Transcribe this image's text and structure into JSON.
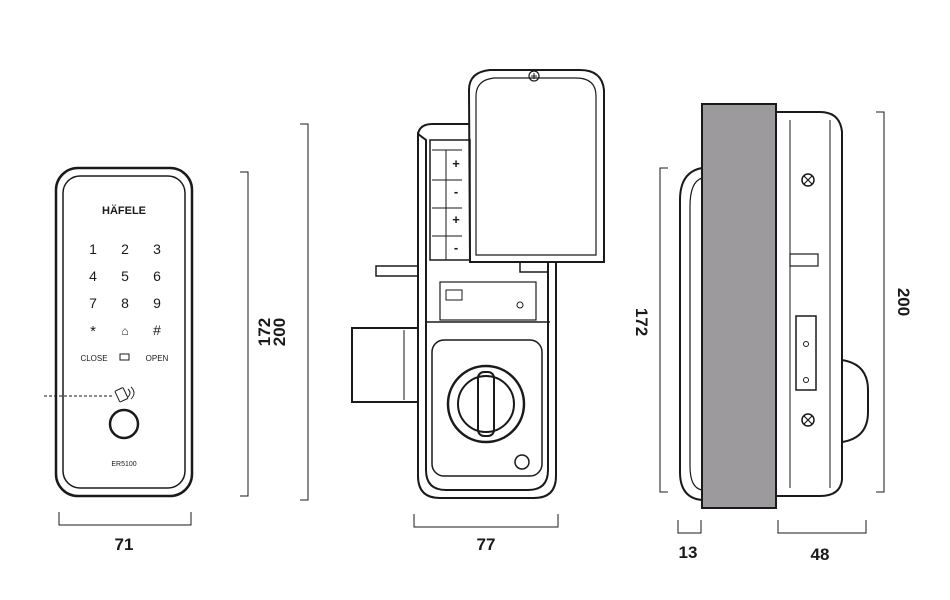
{
  "front_view": {
    "brand": "HÄFELE",
    "keypad": [
      "1",
      "2",
      "3",
      "4",
      "5",
      "6",
      "7",
      "8",
      "9",
      "*",
      "⌂",
      "#"
    ],
    "close_label": "CLOSE",
    "open_label": "OPEN",
    "model": "ER5100",
    "width_dim": "71",
    "height_outer_dim": "200",
    "height_inner_dim": "172"
  },
  "rear_view": {
    "width_dim": "77",
    "battery_signs": [
      "+",
      "-",
      "+",
      "-"
    ]
  },
  "side_view": {
    "height_left_dim": "172",
    "height_right_dim": "200",
    "thickness_dim": "13",
    "depth_dim": "48"
  }
}
